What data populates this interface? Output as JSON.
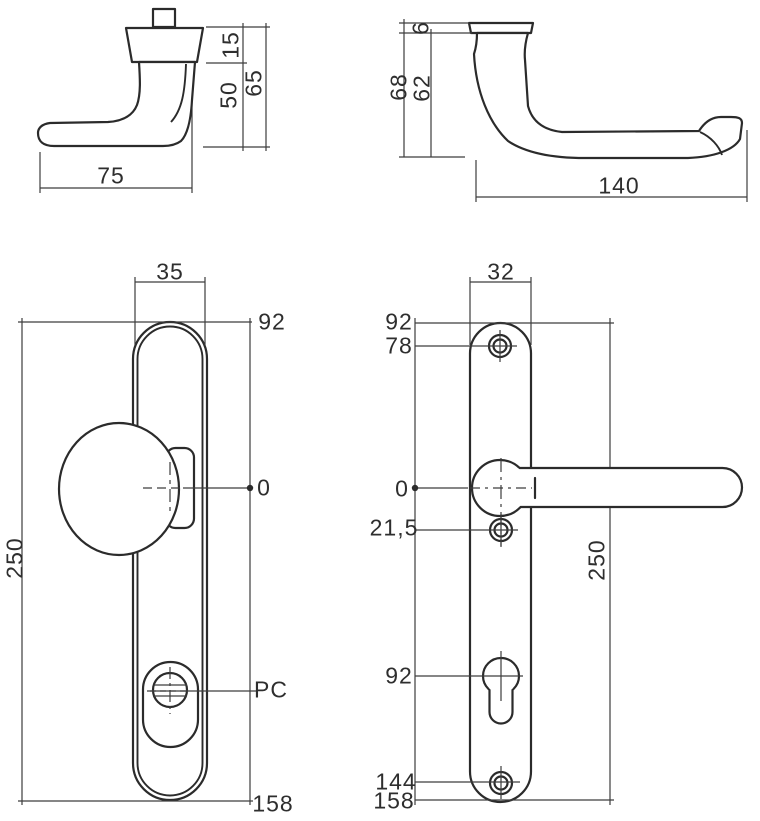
{
  "colors": {
    "line": "#2b2b2b",
    "dimension_line": "#3d3d3d",
    "text": "#2e2e2e",
    "background": "#ffffff"
  },
  "views": {
    "top_left": {
      "dim_spindle": "15",
      "dim_neck": "50",
      "dim_height": "65",
      "dim_width": "75"
    },
    "top_right": {
      "dim_cap": "6",
      "dim_height": "68",
      "dim_inner": "62",
      "dim_length": "140"
    },
    "bottom_left": {
      "dim_width": "35",
      "dim_top": "92",
      "dim_zero": "0",
      "dim_cylinder": "PC",
      "dim_bottom": "158",
      "dim_height": "250"
    },
    "bottom_right": {
      "dim_width": "32",
      "dim_top": "92",
      "dim_screw_top": "78",
      "dim_zero": "0",
      "dim_screw_upper": "21,5",
      "dim_cylinder": "92",
      "dim_screw_bottom": "144",
      "dim_bottom": "158",
      "dim_height": "250"
    }
  }
}
